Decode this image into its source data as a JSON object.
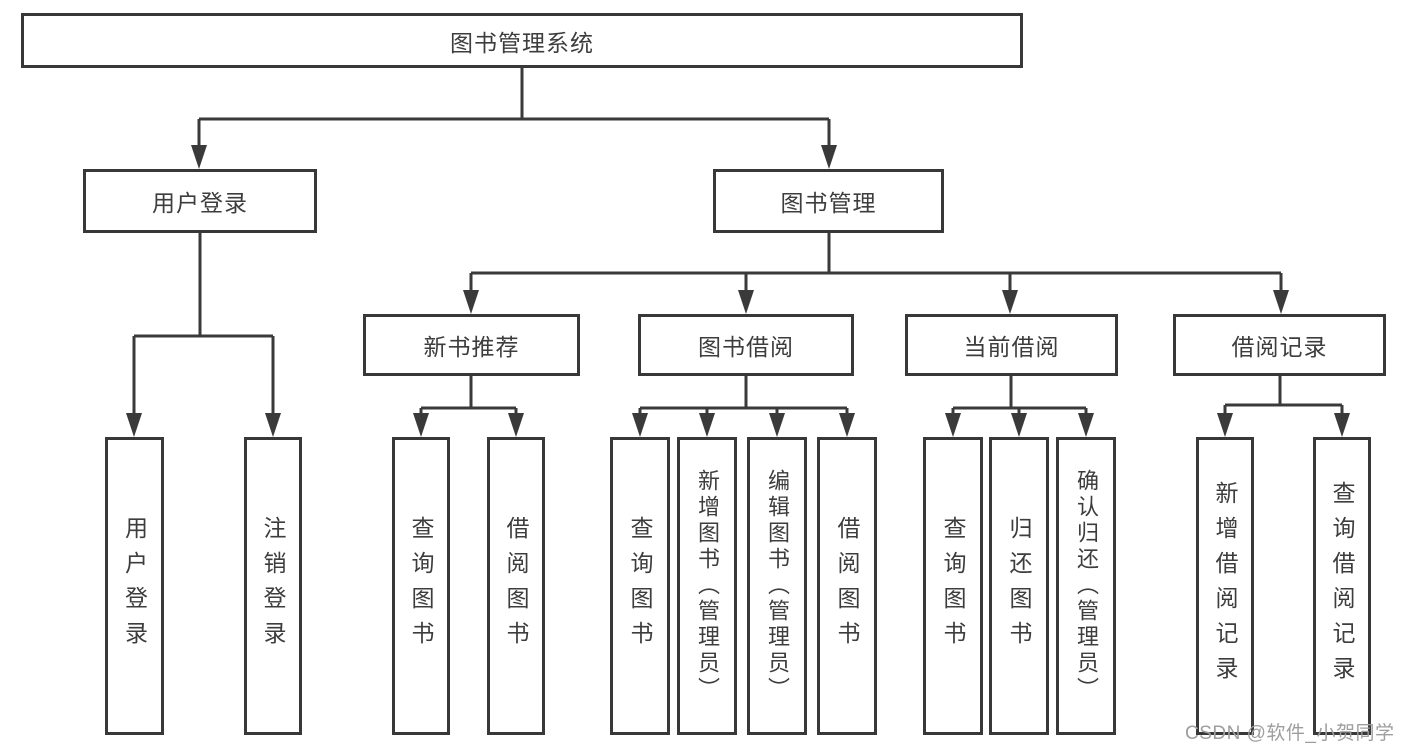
{
  "tree": {
    "root": "图书管理系统",
    "level2": [
      {
        "label": "用户登录",
        "leaves": [
          "用户登录",
          "注销登录"
        ]
      },
      {
        "label": "图书管理",
        "sections": [
          {
            "label": "新书推荐",
            "leaves": [
              "查询图书",
              "借阅图书"
            ]
          },
          {
            "label": "图书借阅",
            "leaves": [
              "查询图书",
              "新增图书（管理员）",
              "编辑图书（管理员）",
              "借阅图书"
            ]
          },
          {
            "label": "当前借阅",
            "leaves": [
              "查询图书",
              "归还图书",
              "确认归还（管理员）"
            ]
          },
          {
            "label": "借阅记录",
            "leaves": [
              "新增借阅记录",
              "查询借阅记录"
            ]
          }
        ]
      }
    ]
  },
  "colors": {
    "line": "#3a3a3a",
    "box_border": "#383838",
    "text": "#3d3d3d",
    "watermark": "#9e9e9e",
    "background": "#ffffff"
  },
  "watermark": "CSDN @软件_小贺同学"
}
